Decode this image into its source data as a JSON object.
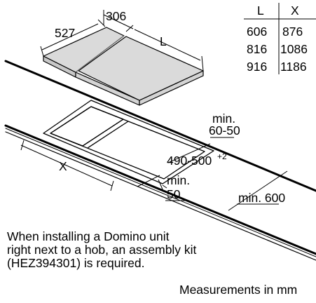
{
  "diagram": {
    "appliance_dims": {
      "depth": "527",
      "width": "306",
      "adjacent_width": "L"
    },
    "cutout_dims": {
      "width": "X",
      "depth": "490-500",
      "depth_superscript": "+2"
    },
    "clearances": {
      "rear_min_label": "min.",
      "rear_min_value": "60-50",
      "front_min_label": "min.",
      "front_min_value": "50",
      "below_min": "min. 600"
    },
    "table": {
      "headers": [
        "L",
        "X"
      ],
      "rows": [
        [
          "606",
          "876"
        ],
        [
          "816",
          "1086"
        ],
        [
          "916",
          "1186"
        ]
      ]
    }
  },
  "note_lines": [
    "When installing a Domino unit",
    "right next to a hob, an assembly kit",
    "(HEZ394301) is required."
  ],
  "units_text": "Measurements in mm"
}
